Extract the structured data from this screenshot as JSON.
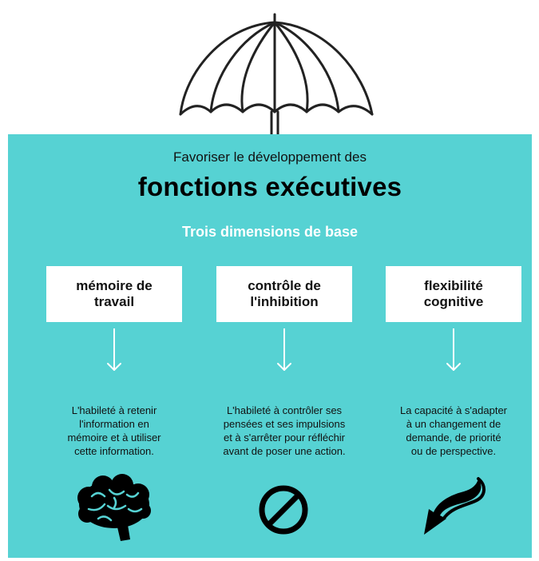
{
  "header": {
    "intro": "Favoriser le développement des",
    "title": "fonctions exécutives",
    "subtitle": "Trois dimensions de base"
  },
  "dimensions": [
    {
      "label": "mémoire de\ntravail",
      "description": "L'habileté à retenir\nl'information en\nmémoire et à utiliser\ncette information.",
      "icon": "brain-icon"
    },
    {
      "label": "contrôle de\nl'inhibition",
      "description": "L'habileté à contrôler ses\npensées et ses impulsions\net à s'arrêter pour réfléchir\navant de poser une action.",
      "icon": "prohibited-icon"
    },
    {
      "label": "flexibilité\ncognitive",
      "description": "La capacité à s'adapter\nà un changement de\ndemande, de priorité\nou de perspective.",
      "icon": "curved-arrow-icon"
    }
  ],
  "colors": {
    "panel": "#56d2d3",
    "box": "#ffffff",
    "title": "#000000",
    "subtitle": "#ffffff"
  }
}
